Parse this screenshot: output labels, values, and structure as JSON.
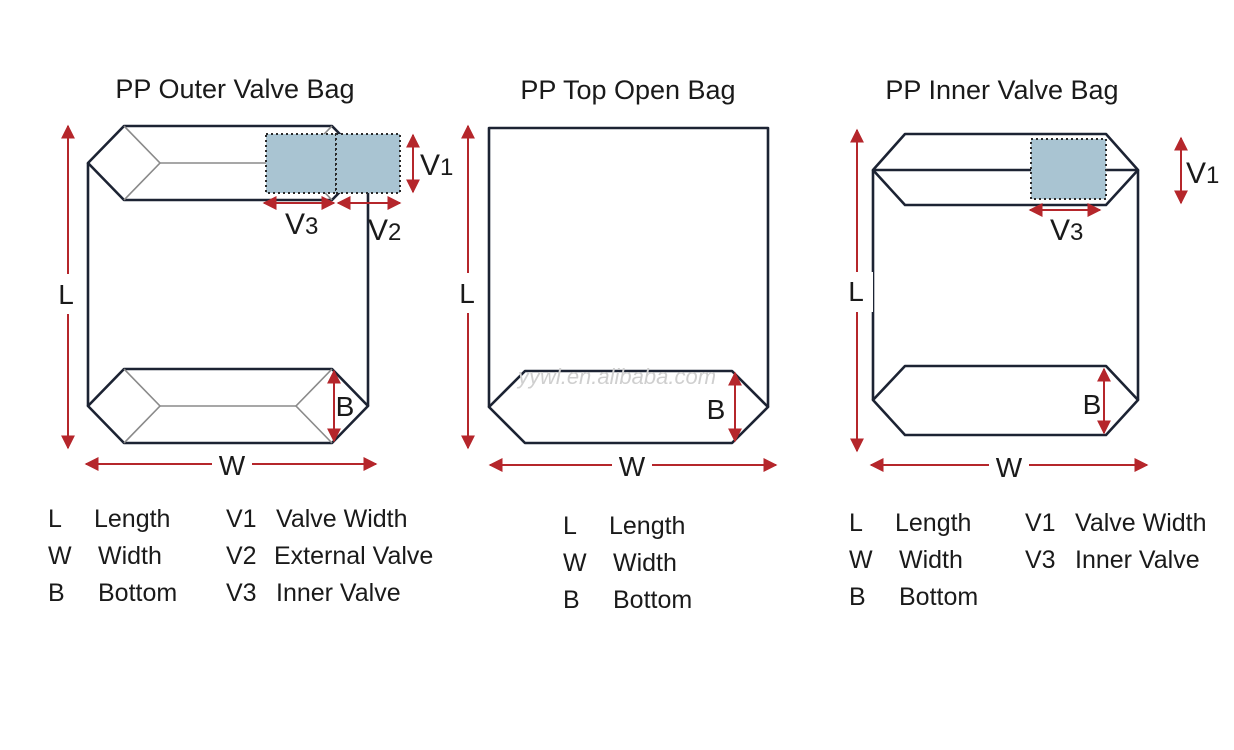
{
  "bags": [
    {
      "title": "PP Outer Valve Bag",
      "dims": {
        "L": "L",
        "W": "W",
        "B": "B",
        "V1": "V",
        "V1_sub": "1",
        "V2": "V",
        "V2_sub": "2",
        "V3": "V",
        "V3_sub": "3"
      },
      "legend": [
        {
          "key": "L",
          "label": "Length"
        },
        {
          "key": "W",
          "label": "Width"
        },
        {
          "key": "B",
          "label": "Bottom"
        },
        {
          "key": "V1",
          "label": "Valve Width"
        },
        {
          "key": "V2",
          "label": "External Valve"
        },
        {
          "key": "V3",
          "label": "Inner Valve"
        }
      ]
    },
    {
      "title": "PP Top Open Bag",
      "dims": {
        "L": "L",
        "W": "W",
        "B": "B"
      },
      "legend": [
        {
          "key": "L",
          "label": "Length"
        },
        {
          "key": "W",
          "label": "Width"
        },
        {
          "key": "B",
          "label": "Bottom"
        }
      ]
    },
    {
      "title": "PP Inner Valve Bag",
      "dims": {
        "L": "L",
        "W": "W",
        "B": "B",
        "V1": "V",
        "V1_sub": "1",
        "V3": "V",
        "V3_sub": "3"
      },
      "legend": [
        {
          "key": "L",
          "label": "Length"
        },
        {
          "key": "W",
          "label": "Width"
        },
        {
          "key": "B",
          "label": "Bottom"
        },
        {
          "key": "V1",
          "label": "Valve Width"
        },
        {
          "key": "V3",
          "label": "Inner Valve"
        }
      ]
    }
  ],
  "watermark": "yywl.en.alibaba.com",
  "colors": {
    "arrow": "#b5262b",
    "valve_fill": "#a9c4d2",
    "outline": "#1c2333"
  }
}
